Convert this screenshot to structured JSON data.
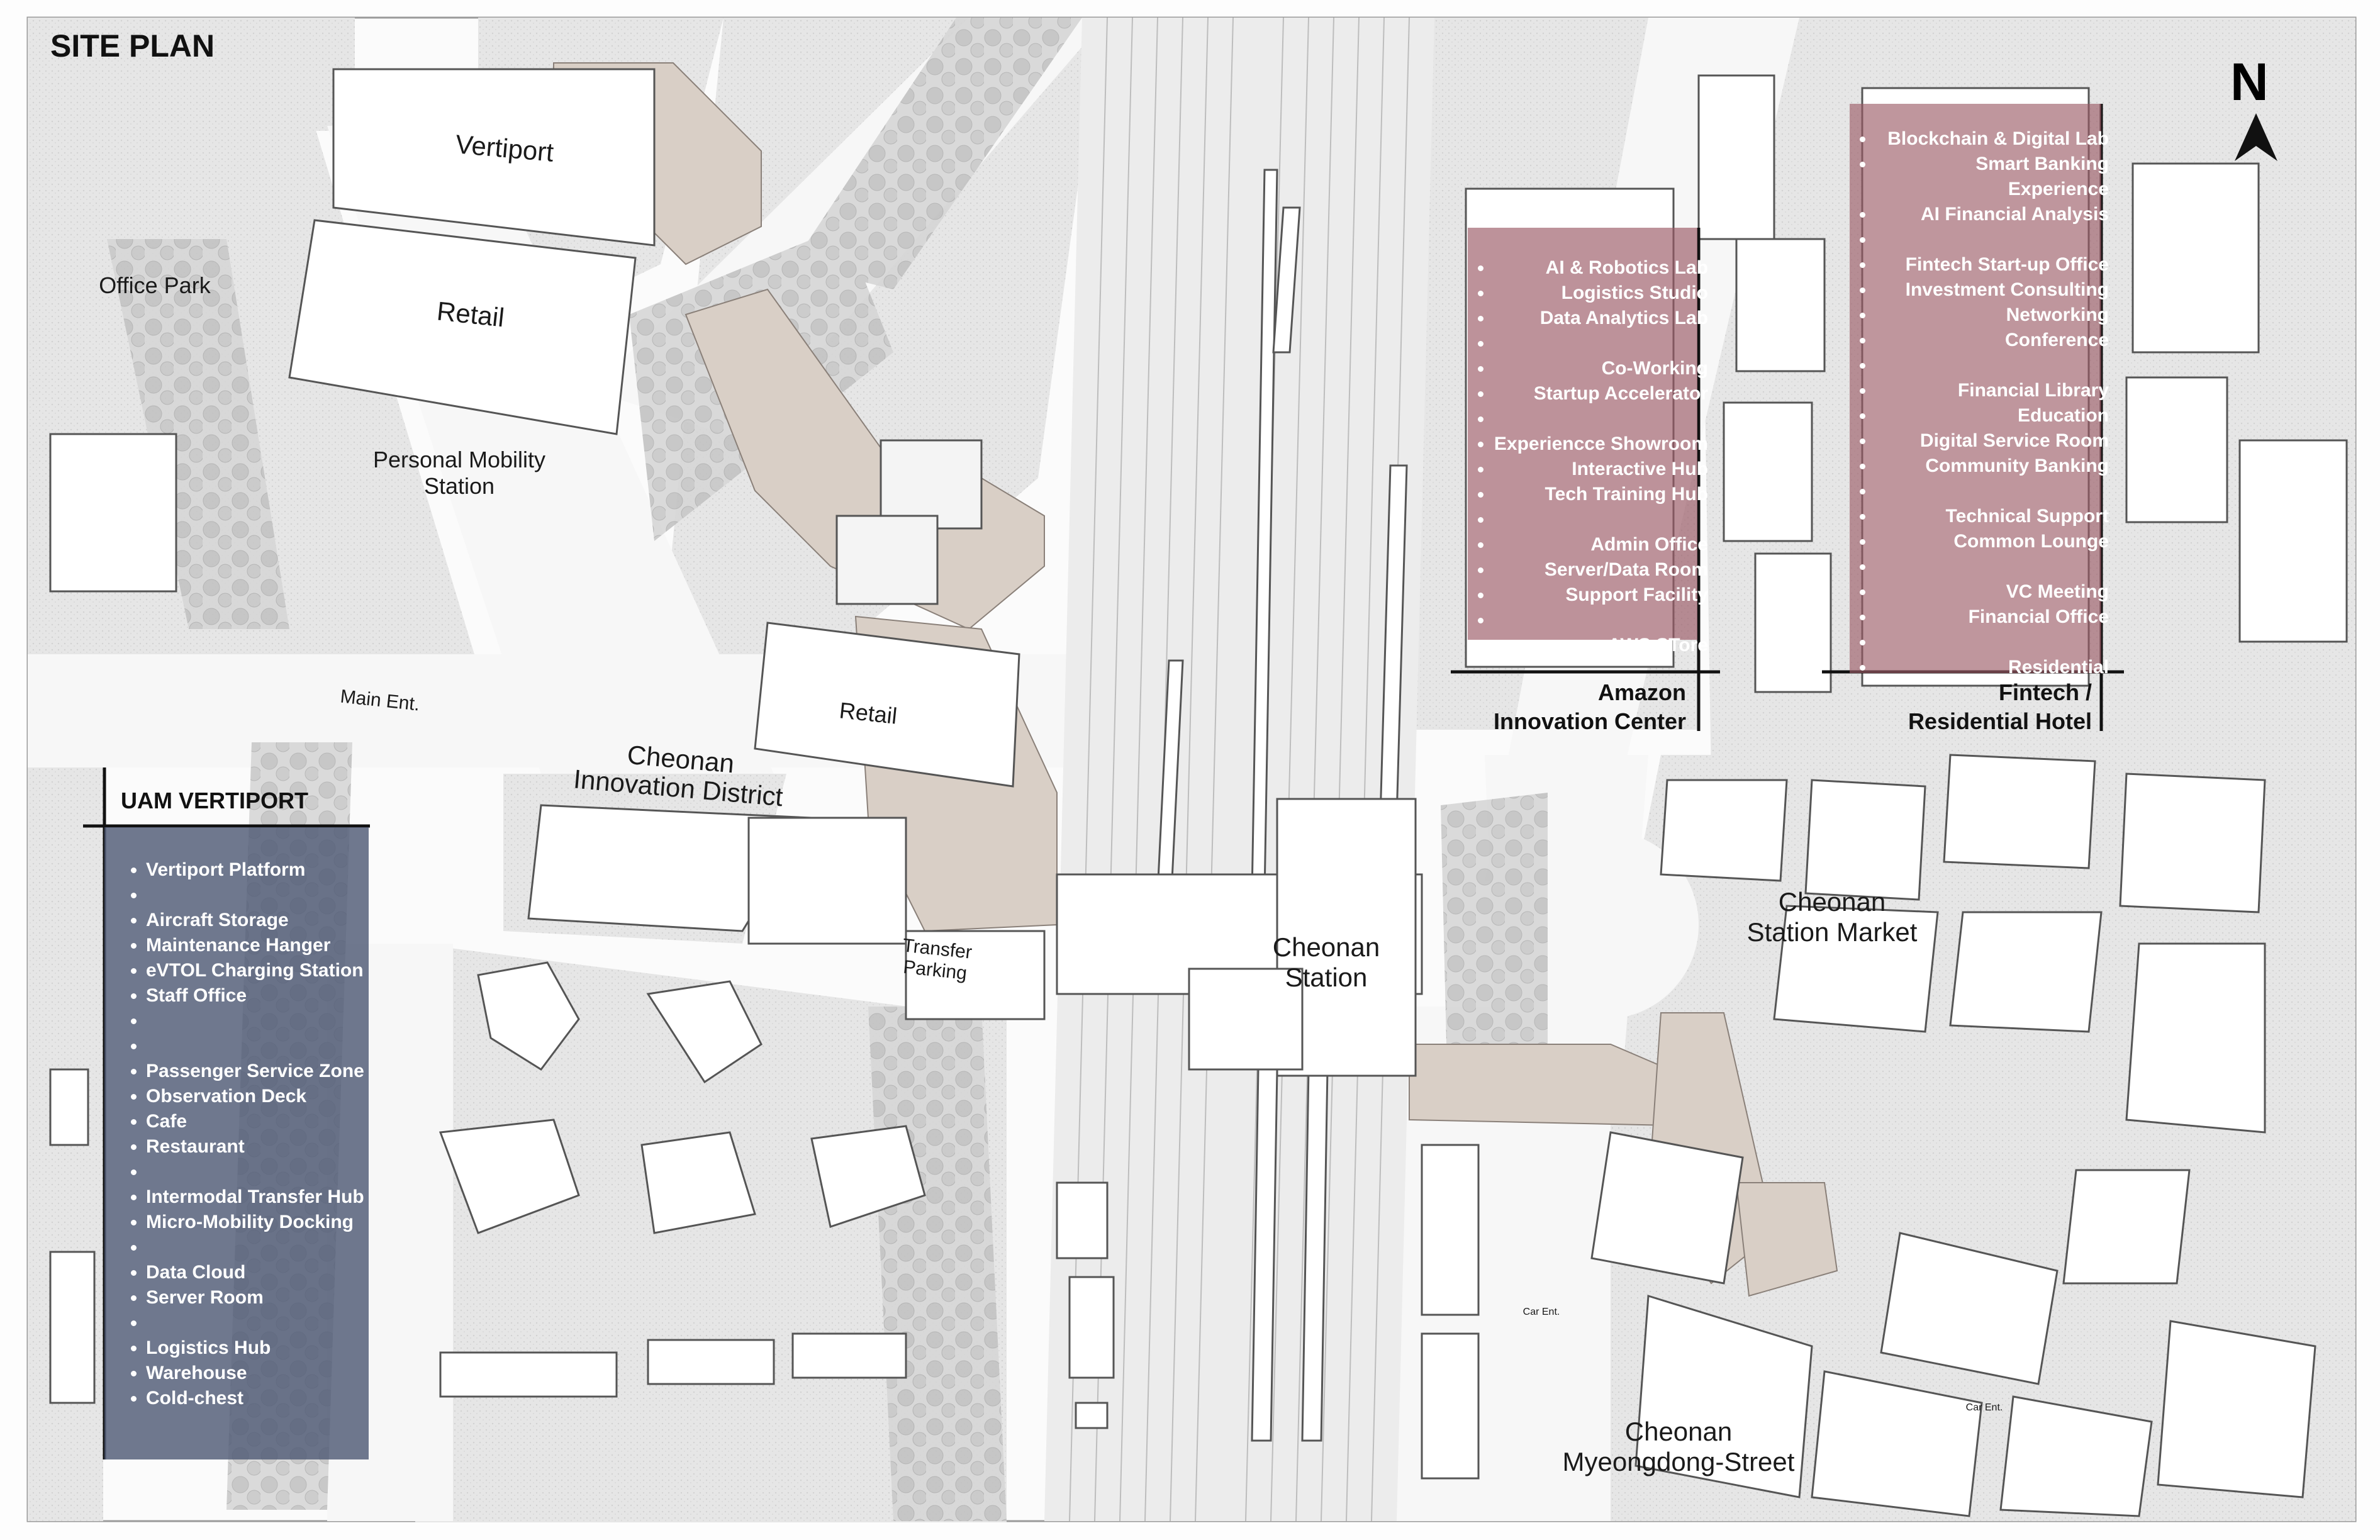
{
  "title": "SITE PLAN",
  "north": "N",
  "colors": {
    "uam_panel": "#4f5a75",
    "innovation_panel": "#9b5a66",
    "road": "#f8f8f8",
    "block": "#e3e3e3",
    "building": "#ffffff",
    "deck": "#d9cfc6",
    "tree": "#bdbdbd"
  },
  "labels": {
    "vertiport": "Vertiport",
    "retail_north": "Retail",
    "office_park": "Office Park",
    "pm_station": "Personal Mobility\nStation",
    "main_ent": "Main Ent.",
    "retail_center": "Retail",
    "innovation_district": "Cheonan\nInnovation District",
    "transfer_parking": "Transfer\nParking",
    "cheonan_station": "Cheonan\nStation",
    "station_market": "Cheonan\nStation Market",
    "myeongdong": "Cheonan\nMyeongdong-Street",
    "car_ent_1": "Car Ent.",
    "car_ent_2": "Car Ent."
  },
  "uam_vertiport": {
    "title": "UAM VERTIPORT",
    "items": [
      "Vertiport Platform",
      "",
      "Aircraft Storage",
      "Maintenance Hanger",
      "eVTOL Charging Station",
      "Staff Office",
      "",
      "",
      "Passenger Service Zone",
      "Observation Deck",
      "Cafe",
      "Restaurant",
      "",
      "Intermodal Transfer Hub",
      "Micro-Mobility Docking",
      "",
      "Data Cloud",
      "Server Room",
      "",
      "Logistics Hub",
      "Warehouse",
      "Cold-chest"
    ]
  },
  "amazon_center": {
    "title": "Amazon\nInnovation Center",
    "items": [
      "AI & Robotics Lab",
      "Logistics Studio",
      "Data Analytics Lab",
      "",
      "Co-Working",
      "Startup Accelerator",
      "",
      "Experiencce Showroom",
      "Interactive Hub",
      "Tech Training Hub",
      "",
      "Admin Office",
      "Server/Data Room",
      "Support Facility",
      "",
      "AWS STore"
    ]
  },
  "fintech_hotel": {
    "title": "Fintech /\nResidential Hotel",
    "items": [
      "Blockchain & Digital Lab",
      "Smart Banking Experience",
      "AI Financial Analysis",
      "",
      "Fintech Start-up Office",
      "Investment Consulting",
      "Networking",
      "Conference",
      "",
      "Financial Library",
      "Education",
      "Digital Service Room",
      "Community Banking",
      "",
      "Technical Support",
      "Common Lounge",
      "",
      "VC Meeting",
      "Financial Office",
      "",
      "Residential"
    ]
  }
}
